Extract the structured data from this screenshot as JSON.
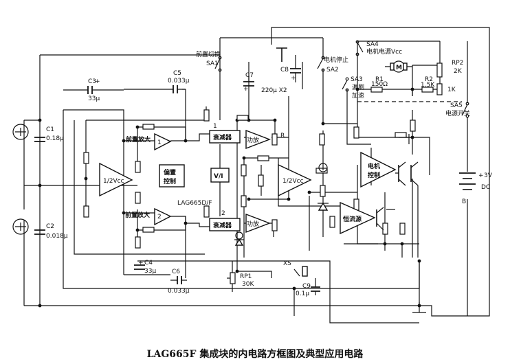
{
  "caption": "LAG665F 集成块的内电路方框图及典型应用电路",
  "chip_label": "LAG665D/F",
  "blocks": {
    "preamp1": "前置放大",
    "preamp1_pin": "1",
    "preamp2": "前置放大",
    "preamp2_pin": "2",
    "half_vcc_left": "1/2Vcc",
    "half_vcc_right": "1/2Vcc",
    "bias_ctrl_line1": "偏置",
    "bias_ctrl_line2": "控制",
    "attenuator1": "衰减器",
    "attenuator1_pin": "1",
    "attenuator2": "衰减器",
    "attenuator2_pin": "2",
    "vi": "V/I",
    "power_amp1": "功放",
    "power_amp2": "功放",
    "motor_ctrl_line1": "电机",
    "motor_ctrl_line2": "控制",
    "const_current": "恒流源"
  },
  "components": {
    "c1": "C1",
    "c1_val": "0.18μ",
    "c2": "C2",
    "c2_val": "0.018μ",
    "c3": "C3",
    "c3_val": "33μ",
    "c4": "C4",
    "c4_val": "33μ",
    "c5": "C5",
    "c5_val": "0.033μ",
    "c6": "C6",
    "c6_val": "0.033μ",
    "c7": "C7",
    "c8": "C8",
    "c78_val": "220μ X2",
    "c9": "C9",
    "c9_val": "0.1μ",
    "r": "R",
    "r1": "R1",
    "r1_val": "150Ω",
    "r2": "R2",
    "r2_val": "1.5K",
    "rp1": "RP1",
    "rp1_val": "30K",
    "rp2": "RP2",
    "rp2_val": "2K",
    "r_1k": "1K",
    "xs": "XS",
    "motor": "M",
    "battery": "B",
    "battery_val": "3V",
    "battery_type": "DC",
    "plus": "+"
  },
  "switches": {
    "sa1": "SA1",
    "sa1_desc": "前置切换",
    "sa2": "SA2",
    "sa2_desc": "电机停止",
    "sa3": "SA3",
    "sa3_desc1": "漏刷",
    "sa3_desc2": "加速",
    "sa4": "SA4",
    "sa4_desc": "电机电源Vcc",
    "sa5": "SA5",
    "sa5_desc": "电源开关"
  }
}
